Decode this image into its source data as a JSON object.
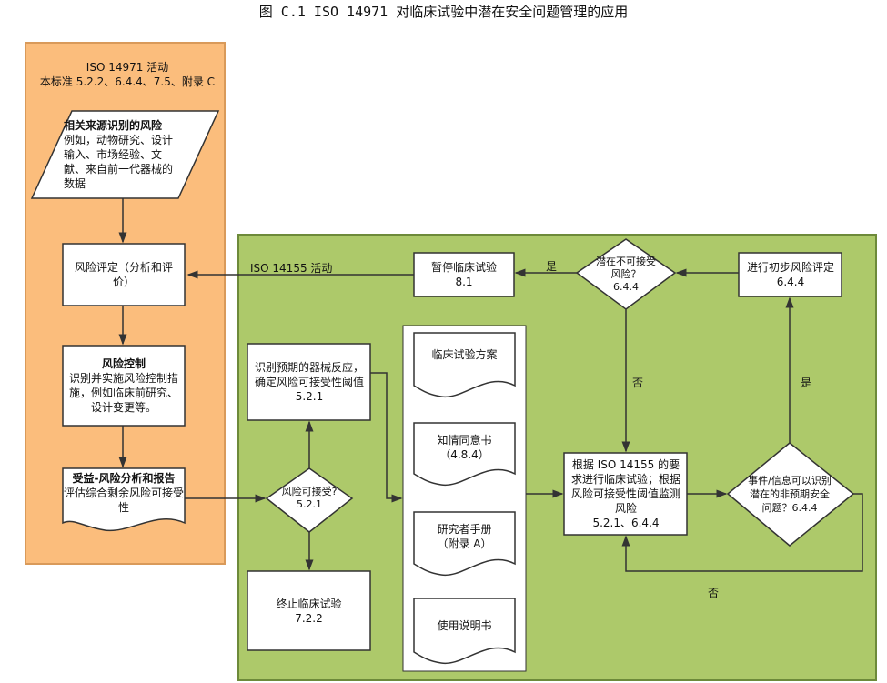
{
  "title": "图 C.1 ISO 14971 对临床试验中潜在安全问题管理的应用",
  "iso14971": {
    "header_line1": "ISO 14971 活动",
    "header_line2": "本标准 5.2.2、6.4.4、7.5、附录 C",
    "sources_title": "相关来源识别的风险",
    "sources_body": "例如，动物研究、设计输入、市场经验、文献、来自前一代器械的数据",
    "risk_assessment": "风险评定（分析和评价）",
    "risk_control_title": "风险控制",
    "risk_control_body": "识别并实施风险控制措施，例如临床前研究、设计变更等。",
    "benefit_title": "受益-风险分析和报告",
    "benefit_body": "评估综合剩余风险可接受性"
  },
  "iso14155": {
    "label": "ISO 14155 活动",
    "suspend": "暂停临床试验",
    "suspend_ref": "8.1",
    "unacceptable_q": "潜在不可接受风险？",
    "unacceptable_ref": "6.4.4",
    "preliminary": "进行初步风险评定 6.4.4",
    "identify": "识别预期的器械反应，确定风险可接受性阈值",
    "identify_ref": "5.2.1",
    "acceptable_q": "风险可接受?",
    "acceptable_ref": "5.2.1",
    "terminate": "终止临床试验",
    "terminate_ref": "7.2.2",
    "docs": [
      {
        "title": "临床试验方案",
        "ref": ""
      },
      {
        "title": "知情同意书",
        "ref": "（4.8.4）"
      },
      {
        "title": "研究者手册",
        "ref": "（附录 A）"
      },
      {
        "title": "使用说明书",
        "ref": ""
      }
    ],
    "conduct": "根据 ISO 14155 的要求进行临床试验；根据风险可接受性阈值监测风险",
    "conduct_ref": "5.2.1、6.4.4",
    "event_q": "事件/信息可以识别潜在的非预期安全问题？6.4.4",
    "yes": "是",
    "no": "否"
  },
  "colors": {
    "orange": "#fbbd7c",
    "green": "#adc96a",
    "stroke": "#3c4a2a"
  }
}
